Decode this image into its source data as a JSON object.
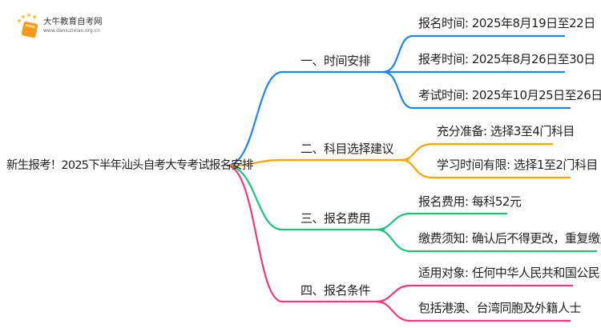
{
  "logo": {
    "title": "大牛教育自考网",
    "url": "www.daniuzixiao.org.cn"
  },
  "root": {
    "label": "新生报考！2025下半年汕头自考大专考试报名安排"
  },
  "colors": {
    "blue": "#1e86f2",
    "orange": "#f5a400",
    "green": "#1ec47c",
    "pink": "#f2377c"
  },
  "branches": [
    {
      "label": "一、时间安排",
      "leaves": [
        "报名时间: 2025年8月19日至22日",
        "报考时间: 2025年8月26日至30日",
        "考试时间: 2025年10月25日至26日"
      ]
    },
    {
      "label": "二、科目选择建议",
      "leaves": [
        "充分准备: 选择3至4门科目",
        "学习时间有限: 选择1至2门科目"
      ]
    },
    {
      "label": "三、报名费用",
      "leaves": [
        "报名费用: 每科52元",
        "缴费须知: 确认后不得更改，重复缴费可退"
      ]
    },
    {
      "label": "四、报名条件",
      "leaves": [
        "适用对象: 任何中华人民共和国公民",
        "包括港澳、台湾同胞及外籍人士"
      ]
    }
  ]
}
